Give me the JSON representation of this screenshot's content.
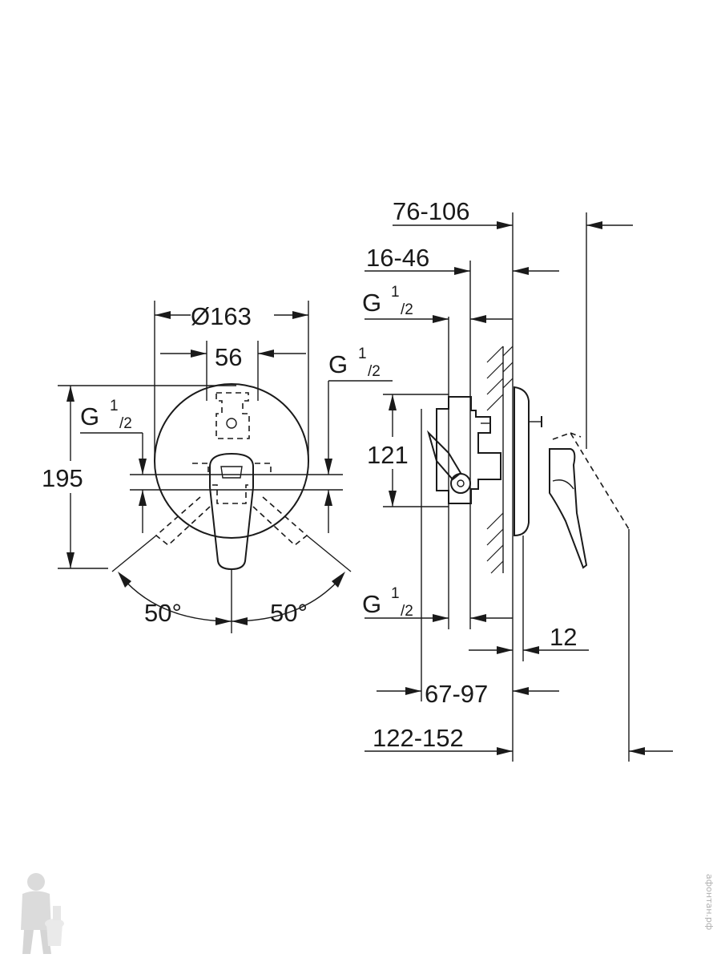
{
  "front_view": {
    "diameter_label": "Ø163",
    "spacing_label": "56",
    "height_label": "195",
    "thread_left": {
      "base": "G",
      "sup": "1",
      "sub": "/2"
    },
    "thread_right": {
      "base": "G",
      "sup": "1",
      "sub": "/2"
    },
    "angle_left": "50°",
    "angle_right": "50°"
  },
  "side_view": {
    "total_depth": "76-106",
    "wall_depth": "16-46",
    "body_height": "121",
    "thread_top": {
      "base": "G",
      "sup": "1",
      "sub": "/2"
    },
    "thread_bottom": {
      "base": "G",
      "sup": "1",
      "sub": "/2"
    },
    "plate_thickness": "12",
    "install_depth": "67-97",
    "overall_depth": "122-152"
  },
  "watermark": "афонтан.рф"
}
